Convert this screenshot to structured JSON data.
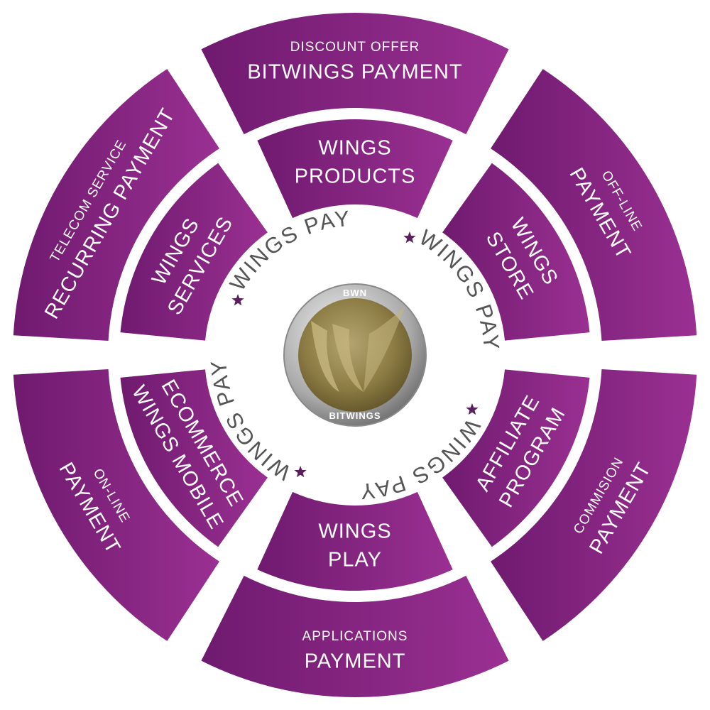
{
  "colors": {
    "segment_dark": "#6f1a6f",
    "segment_light": "#9a3092",
    "star": "#5a1f5c",
    "ring_text": "#555555",
    "background": "#ffffff"
  },
  "outer_segments": [
    {
      "small": "DISCOUNT OFFER",
      "big": "BITWINGS PAYMENT"
    },
    {
      "small": "OFF-LINE",
      "big": "PAYMENT"
    },
    {
      "small": "COMMISION",
      "big": "PAYMENT"
    },
    {
      "small": "APPLICATIONS",
      "big": "PAYMENT"
    },
    {
      "small": "ON-LINE",
      "big": "PAYMENT"
    },
    {
      "small": "TELECOM SERVICE",
      "big": "RECURRING PAYMENT"
    }
  ],
  "inner_segments": [
    {
      "line1": "WINGS",
      "line2": "PRODUCTS"
    },
    {
      "line1": "WINGS",
      "line2": "STORE"
    },
    {
      "line1": "AFFILIATE",
      "line2": "PROGRAM"
    },
    {
      "line1": "WINGS",
      "line2": "PLAY"
    },
    {
      "line1": "ECOMMERCE",
      "line2": "WINGS MOBILE"
    },
    {
      "line1": "WINGS",
      "line2": "SERVICES"
    }
  ],
  "ring_labels": [
    "WINGS PAY",
    "WINGS PAY",
    "WINGS PAY",
    "WINGS PAY"
  ],
  "coin": {
    "top": "BWN",
    "bottom": "BITWINGS"
  }
}
